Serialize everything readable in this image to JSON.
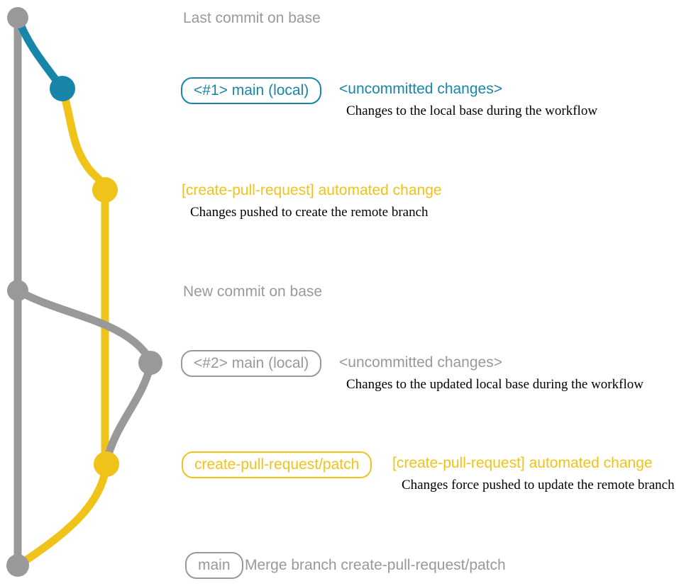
{
  "colors": {
    "gray": "#999999",
    "blue": "#1786a8",
    "yellow": "#efc319",
    "text_black": "#000000",
    "background": "#ffffff"
  },
  "graph": {
    "branches": [
      {
        "name": "base (main)",
        "color": "#999999"
      },
      {
        "name": "main (local)",
        "color": "#1786a8"
      },
      {
        "name": "create-pull-request/patch",
        "color": "#efc319"
      }
    ],
    "commit_dots": [
      {
        "id": "last-commit-on-base",
        "color": "#999999"
      },
      {
        "id": "local-uncommitted-1",
        "color": "#1786a8"
      },
      {
        "id": "automated-change-1",
        "color": "#efc319"
      },
      {
        "id": "new-commit-on-base",
        "color": "#999999"
      },
      {
        "id": "local-uncommitted-2",
        "color": "#999999"
      },
      {
        "id": "automated-change-2-force-push",
        "color": "#efc319"
      },
      {
        "id": "merge-commit",
        "color": "#999999"
      }
    ]
  },
  "annotations": {
    "last_commit": {
      "text": "Last commit on base"
    },
    "main1": {
      "branch_label": "<#1> main (local)",
      "status": "<uncommitted changes>",
      "description": "Changes to the local base during the workflow"
    },
    "automated1": {
      "message": "[create-pull-request] automated change",
      "description": "Changes pushed to create the remote branch"
    },
    "new_commit": {
      "text": "New commit on base"
    },
    "main2": {
      "branch_label": "<#2> main (local)",
      "status": "<uncommitted changes>",
      "description": "Changes to the updated local base during the workflow"
    },
    "patch": {
      "branch_label": "create-pull-request/patch",
      "message": "[create-pull-request] automated change",
      "description": "Changes force pushed to update the remote branch"
    },
    "merge": {
      "branch_label": "main",
      "message": "Merge branch create-pull-request/patch"
    }
  }
}
